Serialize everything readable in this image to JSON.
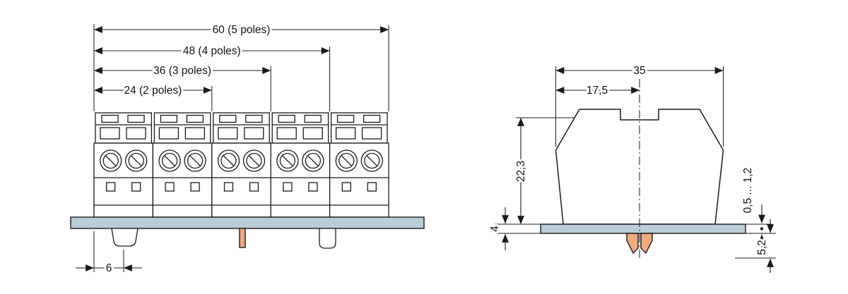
{
  "front_view": {
    "dim_total": "60 (5 poles)",
    "dim_4p": "48 (4 poles)",
    "dim_3p": "36 (3 poles)",
    "dim_2p": "24 (2 poles)",
    "dim_foot": "6"
  },
  "side_view": {
    "dim_width": "35",
    "dim_half": "17,5",
    "dim_height": "22,3",
    "dim_plate": "4",
    "dim_panel_range": "0,5 ... 1,2",
    "dim_depth": "5,2"
  },
  "colors": {
    "panel": "#b9cdd9",
    "clamp": "#f0aa80",
    "line": "#1a1a1a",
    "background": "#ffffff"
  }
}
